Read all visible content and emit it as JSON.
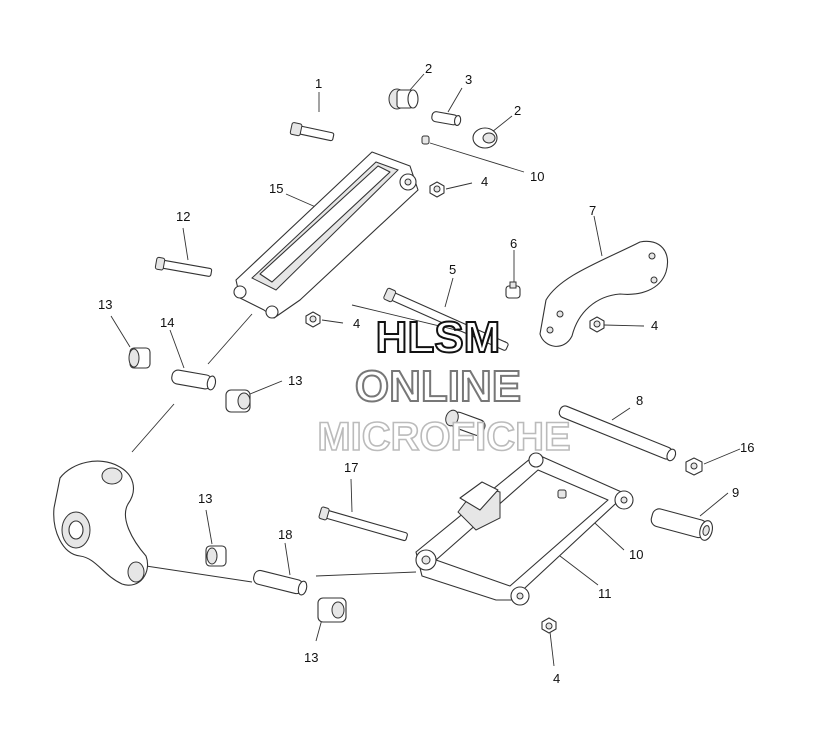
{
  "watermark": {
    "line1": "HLSM",
    "line2": "ONLINE",
    "line3": "MICROFICHE"
  },
  "callouts": [
    "1",
    "2",
    "3",
    "2",
    "10",
    "15",
    "4",
    "12",
    "6",
    "5",
    "7",
    "13",
    "14",
    "4",
    "4",
    "13",
    "8",
    "16",
    "17",
    "13",
    "9",
    "10",
    "18",
    "11",
    "13",
    "4"
  ]
}
